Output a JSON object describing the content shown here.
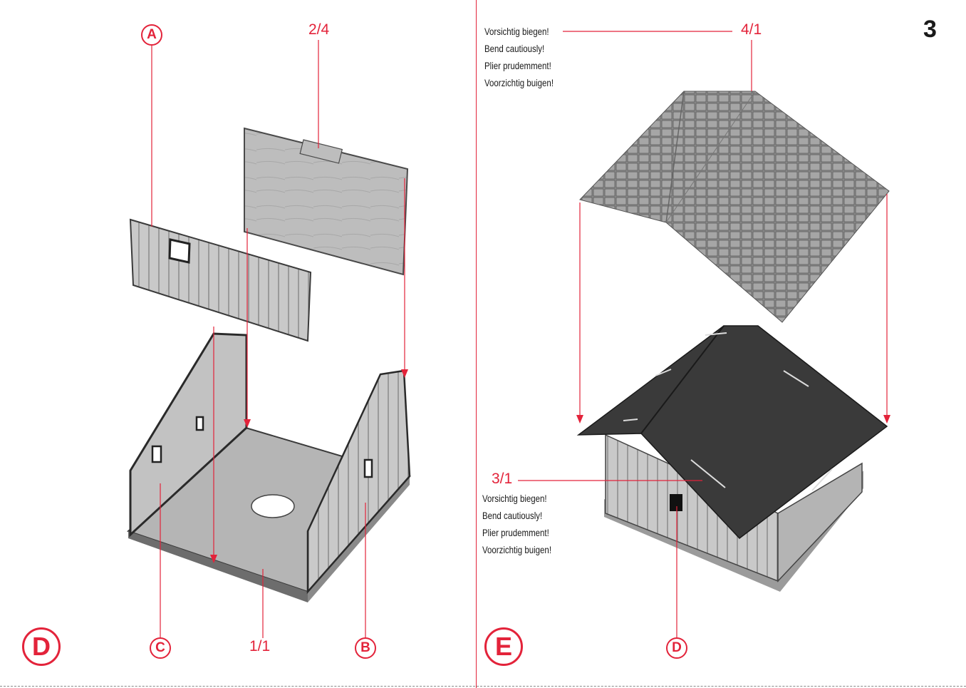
{
  "page_number": "3",
  "colors": {
    "accent": "#e3233a",
    "text": "#1a1a1a",
    "roof_dark": "#3a3a3a",
    "wall": "#bdbdbd"
  },
  "step_d": {
    "step_label": "D",
    "part_top_left": "A",
    "part_top_right": "2/4",
    "part_bottom_left": "C",
    "part_bottom_center": "1/1",
    "part_bottom_right": "B"
  },
  "step_e": {
    "step_label": "E",
    "roof_top_part": "4/1",
    "roof_base_part": "3/1",
    "house_part": "D",
    "note_top": [
      "Vorsichtig biegen!",
      "Bend cautiously!",
      "Plier prudemment!",
      "Voorzichtig buigen!"
    ],
    "note_bottom": [
      "Vorsichtig biegen!",
      "Bend cautiously!",
      "Plier prudemment!",
      "Voorzichtig buigen!"
    ]
  }
}
